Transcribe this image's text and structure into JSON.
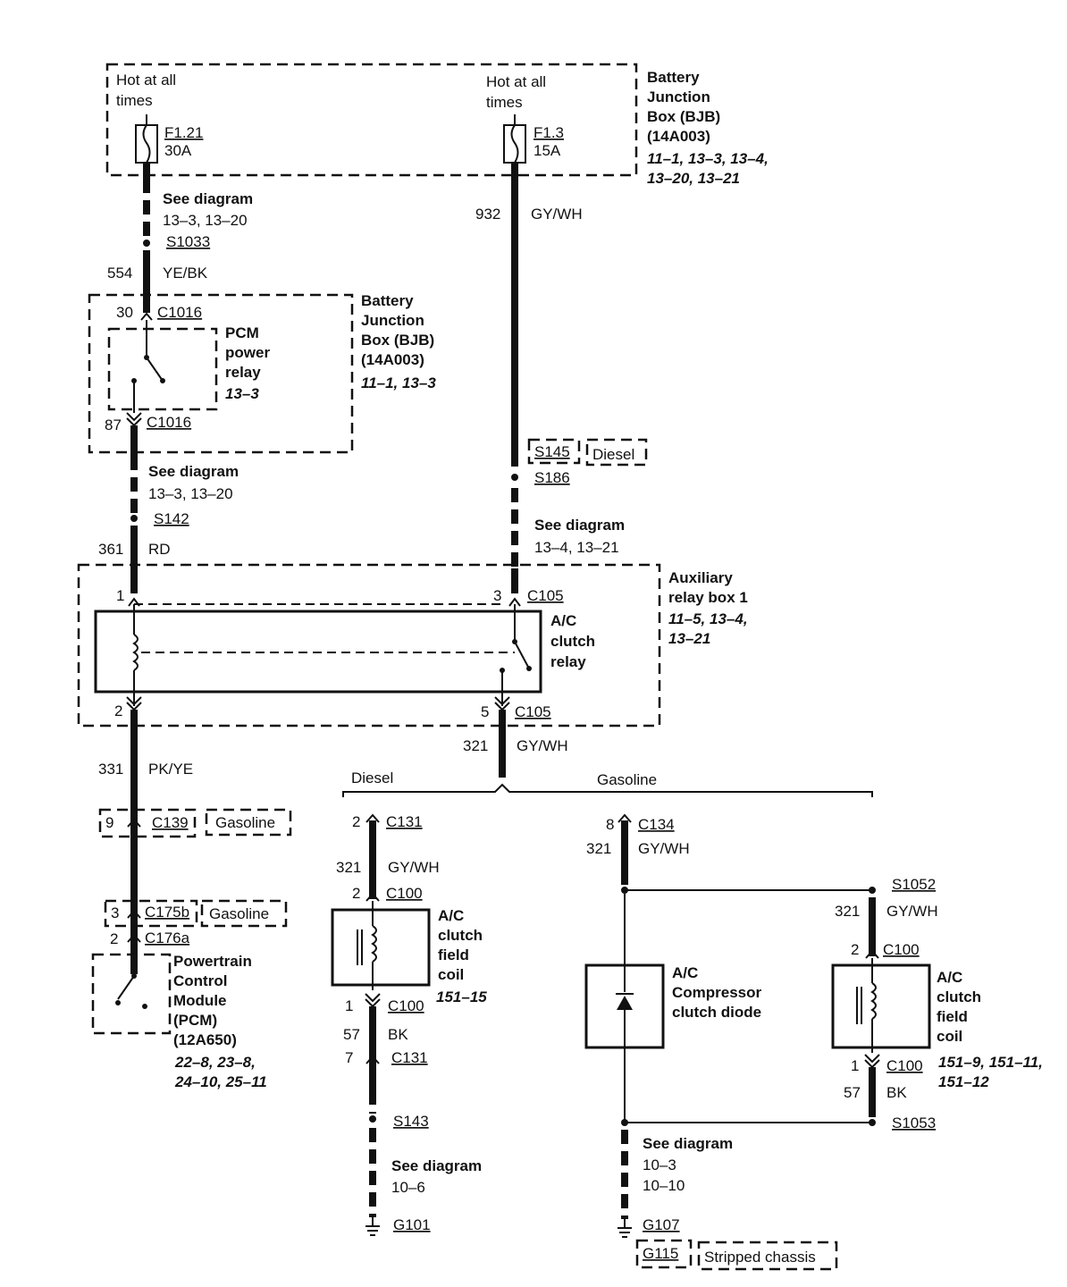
{
  "bjb_top": {
    "hot1_l1": "Hot at all",
    "hot1_l2": "times",
    "hot2_l1": "Hot at all",
    "hot2_l2": "times",
    "fuse1_id": "F1.21",
    "fuse1_amp": "30A",
    "fuse2_id": "F1.3",
    "fuse2_amp": "15A",
    "label_l1": "Battery",
    "label_l2": "Junction",
    "label_l3": "Box (BJB)",
    "label_l4": "(14A003)",
    "ref_l1": "11–1, 13–3, 13–4,",
    "ref_l2": "13–20, 13–21"
  },
  "left_branch": {
    "see1_title": "See diagram",
    "see1_ref": "13–3, 13–20",
    "splice1": "S1033",
    "wire554_num": "554",
    "wire554_color": "YE/BK",
    "pin30": "30",
    "conn_c1016_a": "C1016",
    "relay_l1": "PCM",
    "relay_l2": "power",
    "relay_l3": "relay",
    "relay_ref": "13–3",
    "pin87": "87",
    "conn_c1016_b": "C1016",
    "bjb_l1": "Battery",
    "bjb_l2": "Junction",
    "bjb_l3": "Box (BJB)",
    "bjb_l4": "(14A003)",
    "bjb_ref": "11–1, 13–3",
    "see2_title": "See diagram",
    "see2_ref": "13–3, 13–20",
    "splice2": "S142",
    "wire361_num": "361",
    "wire361_color": "RD"
  },
  "right_branch": {
    "wire932_num": "932",
    "wire932_color": "GY/WH",
    "splice_s145": "S145",
    "diesel_tag": "Diesel",
    "splice_s186": "S186",
    "see_title": "See diagram",
    "see_ref": "13–4, 13–21"
  },
  "aux_box": {
    "pin1": "1",
    "pin3": "3",
    "conn_top": "C105",
    "pin2": "2",
    "pin5": "5",
    "conn_bot": "C105",
    "relay_l1": "A/C",
    "relay_l2": "clutch",
    "relay_l3": "relay",
    "box_l1": "Auxiliary",
    "box_l2": "relay box 1",
    "box_ref1": "11–5, 13–4,",
    "box_ref2": "13–21"
  },
  "pcm_branch": {
    "wire331_num": "331",
    "wire331_color": "PK/YE",
    "pin9": "9",
    "conn_c139": "C139",
    "gas_tag1": "Gasoline",
    "pin3": "3",
    "conn_c175b": "C175b",
    "gas_tag2": "Gasoline",
    "pin2": "2",
    "conn_c176a": "C176a",
    "pcm_l1": "Powertrain",
    "pcm_l2": "Control",
    "pcm_l3": "Module",
    "pcm_l4": "(PCM)",
    "pcm_l5": "(12A650)",
    "pcm_ref1": "22–8, 23–8,",
    "pcm_ref2": "24–10, 25–11"
  },
  "split": {
    "wire321_num": "321",
    "wire321_color": "GY/WH",
    "diesel_label": "Diesel",
    "gasoline_label": "Gasoline"
  },
  "diesel_branch": {
    "pin2a": "2",
    "conn_c131a": "C131",
    "wire321_num": "321",
    "wire321_color": "GY/WH",
    "pin2b": "2",
    "conn_c100a": "C100",
    "coil_l1": "A/C",
    "coil_l2": "clutch",
    "coil_l3": "field",
    "coil_l4": "coil",
    "coil_ref": "151–15",
    "pin1": "1",
    "conn_c100b": "C100",
    "wire57_num": "57",
    "wire57_color": "BK",
    "pin7": "7",
    "conn_c131b": "C131",
    "splice": "S143",
    "see_title": "See diagram",
    "see_ref": "10–6",
    "ground": "G101"
  },
  "gas_branch": {
    "pin8": "8",
    "conn_c134": "C134",
    "wire321_num": "321",
    "wire321_color": "GY/WH",
    "diode_l1": "A/C",
    "diode_l2": "Compressor",
    "diode_l3": "clutch diode",
    "splice_top": "S1052",
    "wire321b_num": "321",
    "wire321b_color": "GY/WH",
    "pin2": "2",
    "conn_c100a": "C100",
    "coil_l1": "A/C",
    "coil_l2": "clutch",
    "coil_l3": "field",
    "coil_l4": "coil",
    "coil_ref1": "151–9, 151–11,",
    "coil_ref2": "151–12",
    "pin1": "1",
    "conn_c100b": "C100",
    "wire57_num": "57",
    "wire57_color": "BK",
    "splice_bot": "S1053",
    "see_title": "See diagram",
    "see_ref1": "10–3",
    "see_ref2": "10–10",
    "ground1": "G107",
    "ground2": "G115",
    "stripped_tag": "Stripped chassis"
  }
}
